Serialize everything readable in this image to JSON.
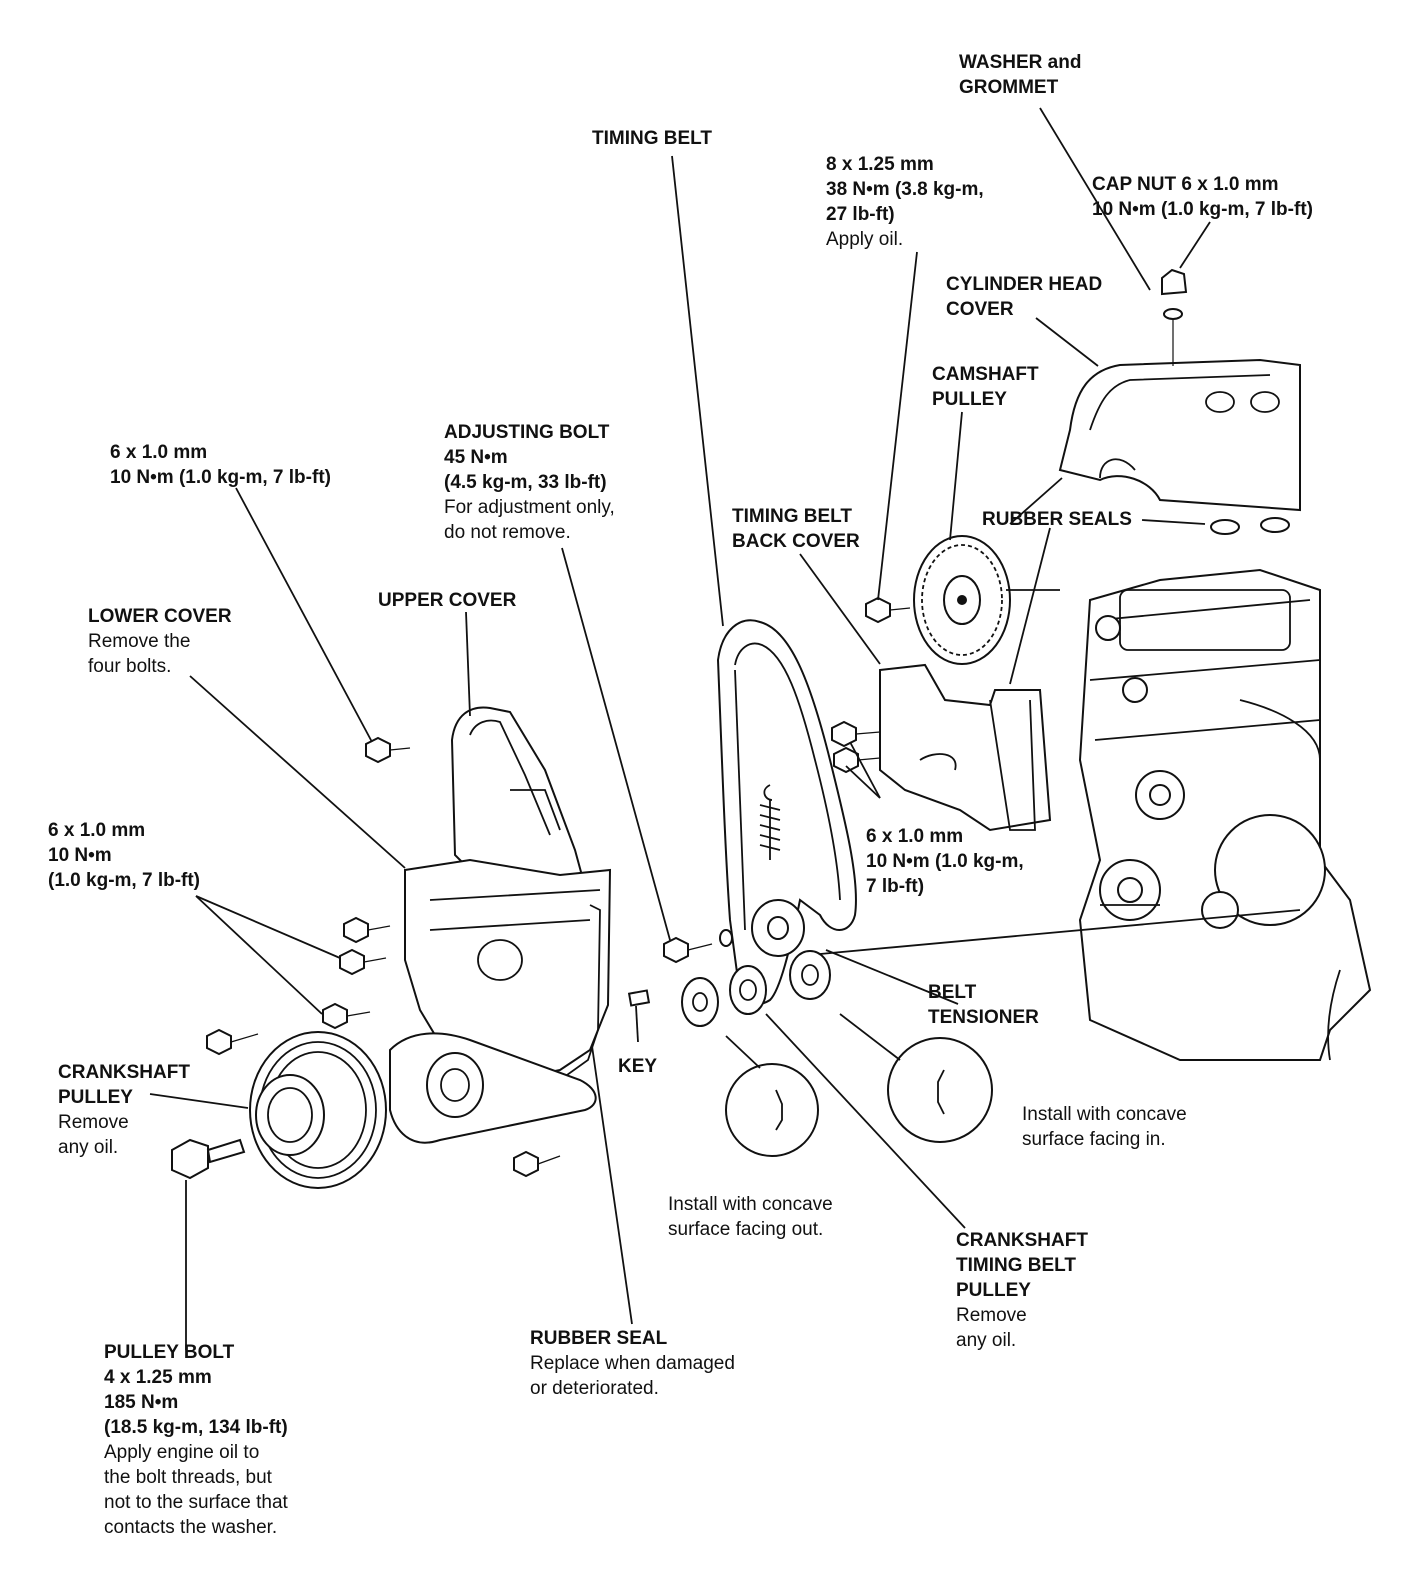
{
  "labels": {
    "washer": [
      "WASHER and",
      "GROMMET"
    ],
    "timing_belt": [
      "TIMING BELT"
    ],
    "cam_bolt_spec": [
      "8 x 1.25 mm",
      "38 N•m  (3.8 kg-m,",
      "27 lb-ft)",
      "Apply oil."
    ],
    "cap_nut": [
      "CAP NUT 6 x 1.0 mm",
      "10 N•m  (1.0 kg-m, 7 lb-ft)"
    ],
    "cylinder_head_cover": [
      "CYLINDER HEAD",
      "COVER"
    ],
    "camshaft_pulley": [
      "CAMSHAFT",
      "PULLEY"
    ],
    "upper_bolt_spec": [
      "6 x 1.0 mm",
      "10 N•m (1.0 kg-m, 7 lb-ft)"
    ],
    "adjusting_bolt": [
      "ADJUSTING BOLT",
      "45 N•m",
      "(4.5 kg-m, 33 lb-ft)",
      "For adjustment only,",
      "do not remove."
    ],
    "timing_belt_back_cover": [
      "TIMING BELT",
      "BACK COVER"
    ],
    "rubber_seals": [
      "RUBBER SEALS"
    ],
    "lower_cover": [
      "LOWER COVER",
      "Remove the",
      "four bolts."
    ],
    "upper_cover": [
      "UPPER COVER"
    ],
    "left_bolt_spec": [
      "6 x 1.0 mm",
      "10 N•m",
      "(1.0 kg-m, 7 lb-ft)"
    ],
    "back_bolt_spec": [
      "6 x 1.0 mm",
      "10 N•m (1.0 kg-m,",
      "7 lb-ft)"
    ],
    "belt_tensioner": [
      "BELT",
      "TENSIONER"
    ],
    "key": [
      "KEY"
    ],
    "crankshaft_pulley": [
      "CRANKSHAFT",
      "PULLEY",
      "Remove",
      "any oil."
    ],
    "concave_in": [
      "Install with concave",
      "surface facing in."
    ],
    "concave_out": [
      "Install with concave",
      "surface facing out."
    ],
    "crank_timing_pulley": [
      "CRANKSHAFT",
      "TIMING BELT",
      "PULLEY",
      "Remove",
      "any oil."
    ],
    "rubber_seal": [
      "RUBBER SEAL",
      "Replace when damaged",
      "or deteriorated."
    ],
    "pulley_bolt": [
      "PULLEY BOLT",
      "4 x 1.25 mm",
      "185 N•m",
      "(18.5 kg-m, 134 lb-ft)",
      "Apply engine oil to",
      "the bolt threads, but",
      "not to the surface that",
      "contacts the washer."
    ]
  },
  "colors": {
    "ink": "#111111",
    "paper": "#ffffff"
  }
}
